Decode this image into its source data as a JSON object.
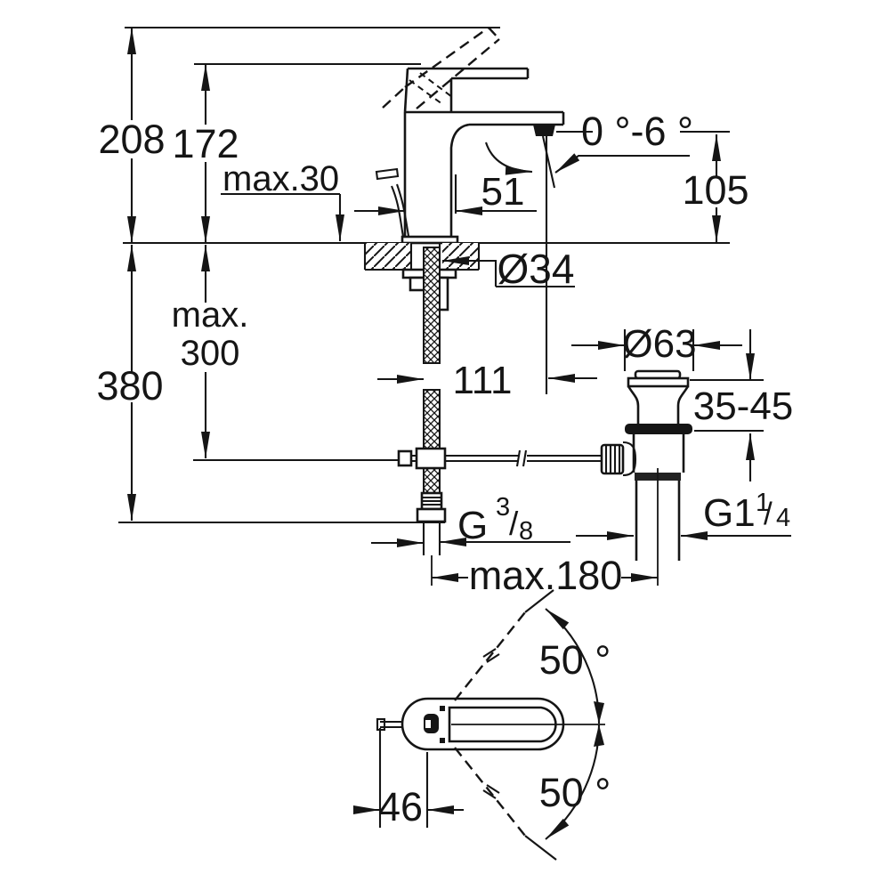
{
  "drawing": {
    "type": "faucet-installation-dimension-drawing",
    "colors": {
      "ink": "#151515",
      "paper": "#ffffff"
    },
    "labels": {
      "overall_height": "208",
      "spout_top_height": "172",
      "deck_thickness": "max.30",
      "spout_offset": "51",
      "stream_angle": "0 °-6 °",
      "outlet_height": "105",
      "hole_diameter": "Ø34",
      "hose_length_word": "max.",
      "hose_length_value": "300",
      "below_deck_depth": "380",
      "outlet_to_hose": "111",
      "waste_flange_diameter": "Ø63",
      "clamp_range": "35-45",
      "supply_thread": {
        "main": "G",
        "sup": "3",
        "slash": "/",
        "sub": "8"
      },
      "waste_thread": {
        "main": "G1",
        "sup": "1",
        "slash": "/",
        "sub": "4"
      },
      "rod_reach": "max.180",
      "swing_angle_upper": "50 °",
      "swing_angle_lower": "50 °",
      "rod_offset": "46"
    }
  }
}
